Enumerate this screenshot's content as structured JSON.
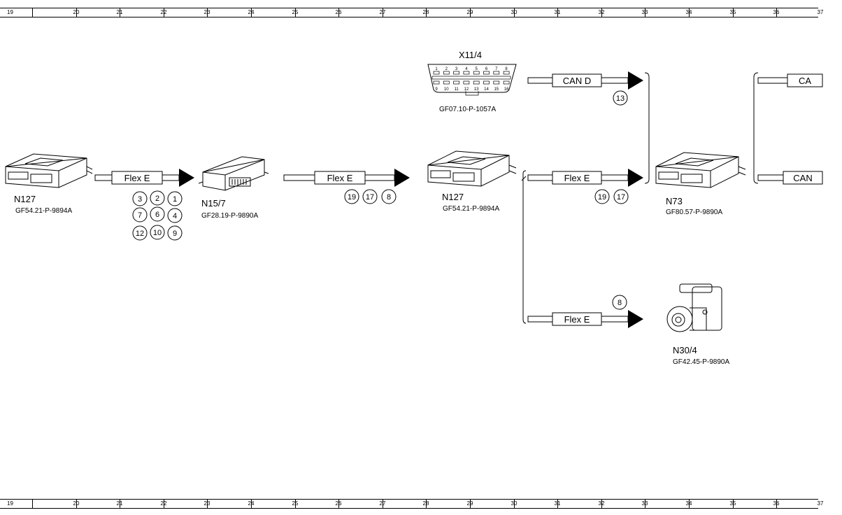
{
  "ruler": {
    "labels": [
      "19",
      "20",
      "21",
      "22",
      "23",
      "24",
      "25",
      "26",
      "27",
      "28",
      "29",
      "30",
      "31",
      "32",
      "33",
      "34",
      "35",
      "36",
      "37"
    ]
  },
  "components": {
    "n127_left": {
      "name": "N127",
      "doc": "GF54.21-P-9894A"
    },
    "n15_7": {
      "name": "N15/7",
      "doc": "GF28.19-P-9890A"
    },
    "n127_mid": {
      "name": "N127",
      "doc": "GF54.21-P-9894A"
    },
    "x11_4": {
      "name": "X11/4",
      "doc": "GF07.10-P-1057A",
      "pins_top": [
        "1",
        "2",
        "3",
        "4",
        "5",
        "6",
        "7",
        "8"
      ],
      "pins_bottom": [
        "9",
        "10",
        "11",
        "12",
        "13",
        "14",
        "15",
        "16"
      ]
    },
    "n73": {
      "name": "N73",
      "doc": "GF80.57-P-9890A"
    },
    "n30_4": {
      "name": "N30/4",
      "doc": "GF42.45-P-9890A"
    }
  },
  "buses": {
    "flex_e_1": "Flex E",
    "flex_e_2": "Flex E",
    "can_d": "CAN D",
    "flex_e_3": "Flex E",
    "flex_e_4": "Flex E",
    "can_right_top": "CA",
    "can_right_bottom": "CAN"
  },
  "badges": {
    "group1": [
      "3",
      "2",
      "1",
      "7",
      "6",
      "4",
      "12",
      "10",
      "9"
    ],
    "group2": [
      "19",
      "17",
      "8"
    ],
    "can_d": [
      "13"
    ],
    "flex_e_3": [
      "19",
      "17"
    ],
    "flex_e_4": [
      "8"
    ]
  }
}
